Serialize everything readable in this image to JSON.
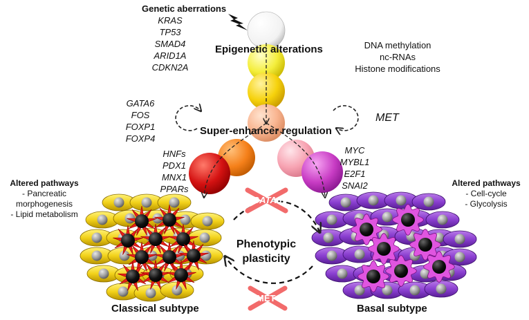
{
  "top": {
    "genetic_title": "Genetic aberrations",
    "genetic_genes": [
      "KRAS",
      "TP53",
      "SMAD4",
      "ARID1A",
      "CDKN2A"
    ],
    "epigenetic_title": "Epigenetic alterations",
    "epigenetic_mechanisms": [
      "DNA methylation",
      "nc-RNAs",
      "Histone modifications"
    ]
  },
  "super_enhancer": {
    "title": "Super-enhancer regulation",
    "left_factors": [
      "GATA6",
      "FOS",
      "FOXP1",
      "FOXP4"
    ],
    "right_factor": "MET"
  },
  "classical": {
    "drivers": [
      "HNFs",
      "PDX1",
      "MNX1",
      "PPARs"
    ],
    "pathways_title": "Altered pathways",
    "pathways": [
      "- Pancreatic",
      "morphogenesis",
      "- Lipid metabolism"
    ],
    "label": "Classical subtype"
  },
  "basal": {
    "drivers": [
      "MYC",
      "MYBL1",
      "E2F1",
      "SNAI2"
    ],
    "pathways_title": "Altered pathways",
    "pathways": [
      "- Cell-cycle",
      "- Glycolysis"
    ],
    "label": "Basal subtype"
  },
  "center": {
    "plasticity": [
      "Phenotypic",
      "plasticity"
    ],
    "gata6_mark": "GATA6",
    "met_mark": "MET"
  },
  "colors": {
    "classical_cell": "#f2d21a",
    "classical_star": "#e8201a",
    "basal_cell": "#8a3fd0",
    "basal_flower": "#e055e0",
    "cross": "#f26b6b"
  }
}
